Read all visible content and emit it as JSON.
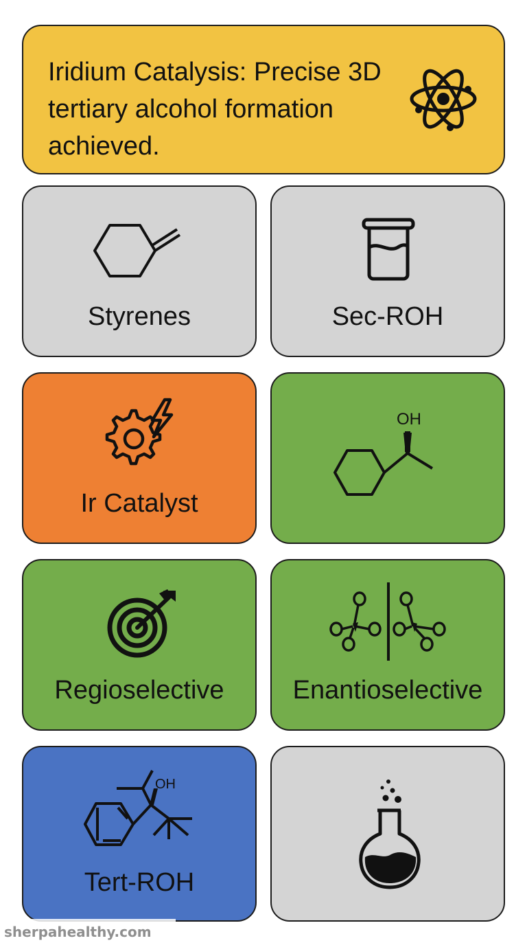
{
  "header": {
    "title": "Iridium Catalysis: Precise 3D tertiary alcohol formation achieved.",
    "icon": "atom-icon"
  },
  "cards": [
    {
      "label": "Styrenes",
      "icon": "methylenecyclohexane-icon"
    },
    {
      "label": "Sec-ROH",
      "icon": "beaker-icon"
    },
    {
      "label": "Ir Catalyst",
      "icon": "gear-lightning-icon"
    },
    {
      "label": "",
      "icon": "secondary-alcohol-structure-icon",
      "oh_label": "OH"
    },
    {
      "label": "Regioselective",
      "icon": "target-arrow-icon"
    },
    {
      "label": "Enantioselective",
      "icon": "mirror-enantiomers-icon"
    },
    {
      "label": "Tert-ROH",
      "icon": "tertiary-alcohol-structure-icon",
      "oh_label": "OH"
    },
    {
      "label": "",
      "icon": "flask-bubbles-icon"
    }
  ],
  "watermark": "sherpahealthy.com",
  "colors": {
    "header": "#f2c342",
    "gray": "#d4d4d4",
    "orange": "#ee8033",
    "green": "#74ad4b",
    "blue": "#4a73c3",
    "outline": "#1c1c1c"
  }
}
